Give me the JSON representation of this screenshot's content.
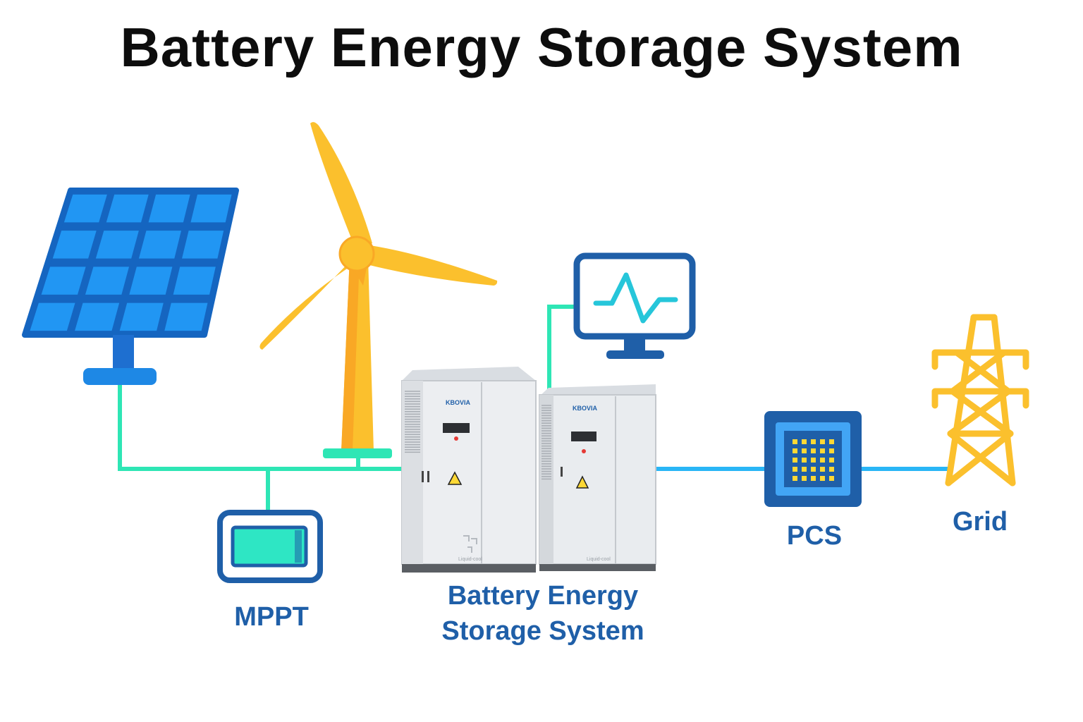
{
  "title": "Battery Energy Storage System",
  "labels": {
    "mppt": "MPPT",
    "bess_line1": "Battery Energy",
    "bess_line2": "Storage System",
    "pcs": "PCS",
    "grid": "Grid"
  },
  "cabinet_brand": "KBOVIA",
  "cabinet_footer": "Liquid-cool",
  "colors": {
    "solar_panel": "#1e88e5",
    "solar_frame": "#1565c0",
    "turbine": "#fbc02d",
    "dc_bus_line": "#2ee6b5",
    "ac_line": "#29b6f6",
    "device_blue": "#1f5fa8",
    "pcs_inner": "#42a5f5",
    "pcs_dots": "#fdd835",
    "tower": "#fbc02d",
    "label_text": "#1f5fa8",
    "monitor_wave": "#26c6da"
  },
  "icons": [
    "solar-panel-icon",
    "wind-turbine-icon",
    "mppt-controller-icon",
    "monitor-icon",
    "battery-cabinet-icon",
    "pcs-inverter-icon",
    "transmission-tower-icon"
  ]
}
